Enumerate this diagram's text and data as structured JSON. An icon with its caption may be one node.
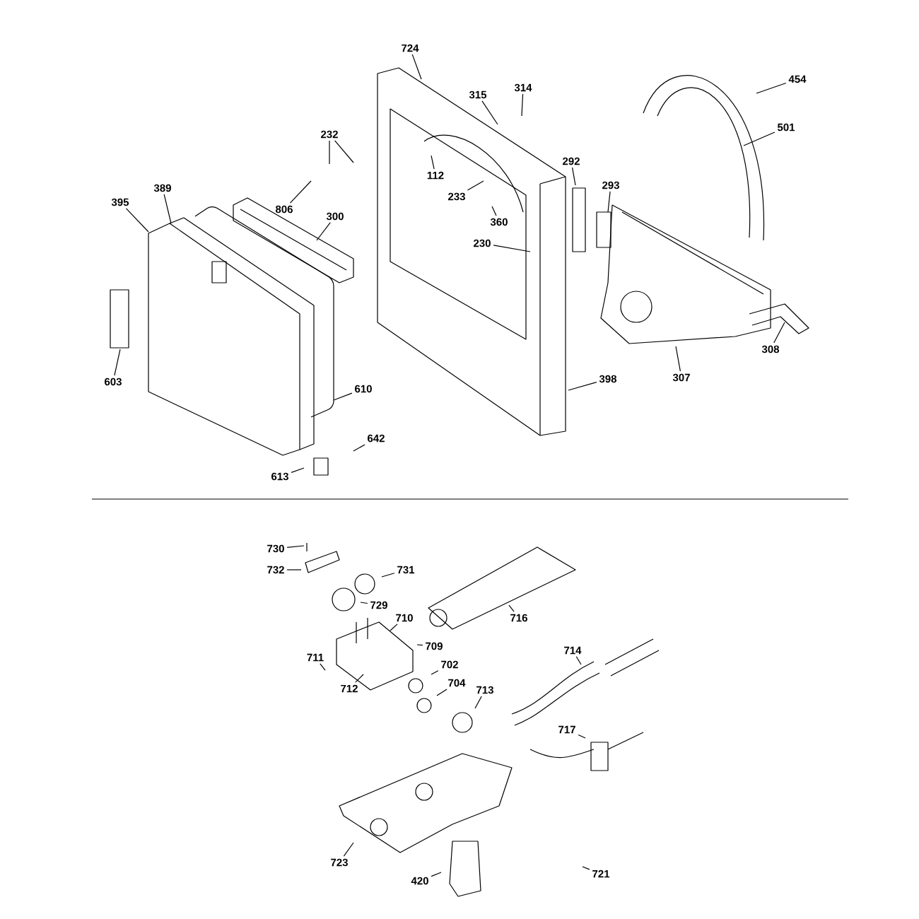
{
  "diagram": {
    "nodes": [
      {
        "text": [
          "724"
        ]
      },
      {
        "text": [
          "315"
        ]
      },
      {
        "text": [
          "314"
        ]
      },
      {
        "text": [
          "454"
        ]
      },
      {
        "text": [
          "501"
        ]
      },
      {
        "text": [
          "232"
        ]
      },
      {
        "text": [
          "806"
        ]
      },
      {
        "text": [
          "112"
        ]
      },
      {
        "text": [
          "233"
        ]
      },
      {
        "text": [
          "360"
        ]
      },
      {
        "text": [
          "230"
        ]
      },
      {
        "text": [
          "292"
        ]
      },
      {
        "text": [
          "293"
        ]
      },
      {
        "text": [
          "300"
        ]
      },
      {
        "text": [
          "389"
        ]
      },
      {
        "text": [
          "395"
        ]
      },
      {
        "text": [
          "603"
        ]
      },
      {
        "text": [
          "610"
        ]
      },
      {
        "text": [
          "642"
        ]
      },
      {
        "text": [
          "613"
        ]
      },
      {
        "text": [
          "398"
        ]
      },
      {
        "text": [
          "307"
        ]
      },
      {
        "text": [
          "308"
        ]
      },
      {
        "text": [
          "730"
        ]
      },
      {
        "text": [
          "732"
        ]
      },
      {
        "text": [
          "731"
        ]
      },
      {
        "text": [
          "729"
        ]
      },
      {
        "text": [
          "710"
        ]
      },
      {
        "text": [
          "709"
        ]
      },
      {
        "text": [
          "716"
        ]
      },
      {
        "text": [
          "711"
        ]
      },
      {
        "text": [
          "712"
        ]
      },
      {
        "text": [
          "702"
        ]
      },
      {
        "text": [
          "704"
        ]
      },
      {
        "text": [
          "713"
        ]
      },
      {
        "text": [
          "714"
        ]
      },
      {
        "text": [
          "717"
        ]
      },
      {
        "text": [
          "723"
        ]
      },
      {
        "text": [
          "420"
        ]
      },
      {
        "text": [
          "721"
        ]
      }
    ],
    "edges": [
      {
        "from": 0,
        "to": null,
        "arrow": "none"
      },
      {
        "from": 1,
        "to": null,
        "arrow": "none"
      },
      {
        "from": 2,
        "to": null,
        "arrow": "none"
      },
      {
        "from": 3,
        "to": null,
        "arrow": "none"
      },
      {
        "from": 4,
        "to": null,
        "arrow": "none"
      },
      {
        "from": 5,
        "to": null,
        "arrow": "none"
      },
      {
        "from": 5,
        "to": null,
        "arrow": "none"
      },
      {
        "from": 6,
        "to": null,
        "arrow": "none"
      },
      {
        "from": 7,
        "to": null,
        "arrow": "none"
      },
      {
        "from": 8,
        "to": null,
        "arrow": "none"
      },
      {
        "from": 9,
        "to": null,
        "arrow": "none"
      },
      {
        "from": 10,
        "to": null,
        "arrow": "none"
      },
      {
        "from": 11,
        "to": null,
        "arrow": "none"
      },
      {
        "from": 12,
        "to": null,
        "arrow": "none"
      },
      {
        "from": 13,
        "to": null,
        "arrow": "none"
      },
      {
        "from": 14,
        "to": null,
        "arrow": "none"
      },
      {
        "from": 15,
        "to": null,
        "arrow": "none"
      },
      {
        "from": 16,
        "to": null,
        "arrow": "none"
      },
      {
        "from": 17,
        "to": null,
        "arrow": "none"
      },
      {
        "from": 18,
        "to": null,
        "arrow": "none"
      },
      {
        "from": 19,
        "to": null,
        "arrow": "none"
      },
      {
        "from": 20,
        "to": null,
        "arrow": "none"
      },
      {
        "from": 21,
        "to": null,
        "arrow": "none"
      },
      {
        "from": 22,
        "to": null,
        "arrow": "none"
      },
      {
        "from": 23,
        "to": null,
        "arrow": "none"
      },
      {
        "from": 24,
        "to": null,
        "arrow": "none"
      },
      {
        "from": 25,
        "to": null,
        "arrow": "none"
      },
      {
        "from": 26,
        "to": null,
        "arrow": "none"
      },
      {
        "from": 27,
        "to": null,
        "arrow": "none"
      },
      {
        "from": 28,
        "to": null,
        "arrow": "none"
      },
      {
        "from": 29,
        "to": null,
        "arrow": "none"
      },
      {
        "from": 30,
        "to": null,
        "arrow": "none"
      },
      {
        "from": 31,
        "to": null,
        "arrow": "none"
      },
      {
        "from": 32,
        "to": null,
        "arrow": "none"
      },
      {
        "from": 33,
        "to": null,
        "arrow": "none"
      },
      {
        "from": 34,
        "to": null,
        "arrow": "none"
      },
      {
        "from": 35,
        "to": null,
        "arrow": "none"
      },
      {
        "from": 36,
        "to": null,
        "arrow": "none"
      },
      {
        "from": 37,
        "to": null,
        "arrow": "none"
      },
      {
        "from": 38,
        "to": null,
        "arrow": "none"
      },
      {
        "from": 39,
        "to": null,
        "arrow": "none"
      }
    ]
  }
}
